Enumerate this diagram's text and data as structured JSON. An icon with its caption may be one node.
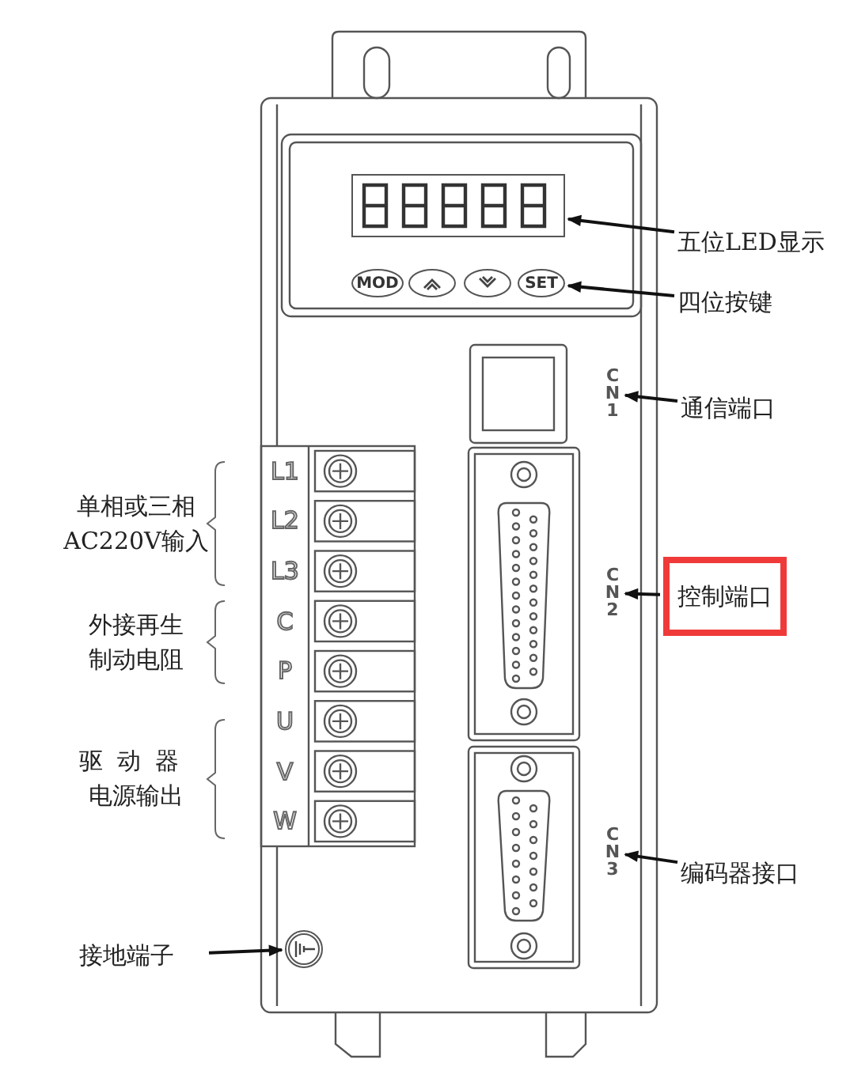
{
  "diagram": {
    "nodes": [
      {
        "text": [],
        "shape": "box"
      },
      {
        "text": [
          "五位LED显示"
        ]
      },
      {
        "text": [
          "MOD"
        ]
      },
      {
        "text": [],
        "shape": "oval"
      },
      {
        "text": [],
        "shape": "oval"
      },
      {
        "text": [
          "SET"
        ]
      },
      {
        "text": [
          "四位按键"
        ]
      },
      {
        "text": [
          "CN1"
        ]
      },
      {
        "text": [
          "通信端口"
        ]
      },
      {
        "text": [
          "CN2"
        ]
      },
      {
        "text": [
          "控制端口"
        ]
      },
      {
        "text": [
          "CN3"
        ]
      },
      {
        "text": [
          "编码器接口"
        ]
      },
      {
        "text": [
          "接地端子"
        ]
      },
      {
        "text": [],
        "shape": "circle"
      }
    ],
    "edges": [
      {
        "from": 1,
        "to": 0,
        "arrow": "to"
      },
      {
        "from": 6,
        "to": 5,
        "arrow": "to"
      },
      {
        "from": 8,
        "to": 7,
        "arrow": "to"
      },
      {
        "from": 10,
        "to": 9,
        "arrow": "to"
      },
      {
        "from": 12,
        "to": 11,
        "arrow": "to"
      },
      {
        "from": 13,
        "to": 14,
        "arrow": "to"
      }
    ],
    "labels": [
      "单相或三相 AC220V输入",
      "L1",
      "L2",
      "L3",
      "外接再生制动电阻",
      "C",
      "P",
      "驱动器电源输出",
      "U",
      "V",
      "W"
    ]
  }
}
